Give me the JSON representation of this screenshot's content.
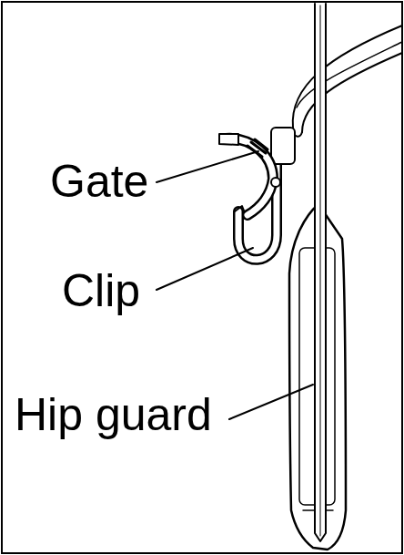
{
  "diagram": {
    "labels": [
      "Gate",
      "Clip",
      "Hip guard"
    ]
  }
}
